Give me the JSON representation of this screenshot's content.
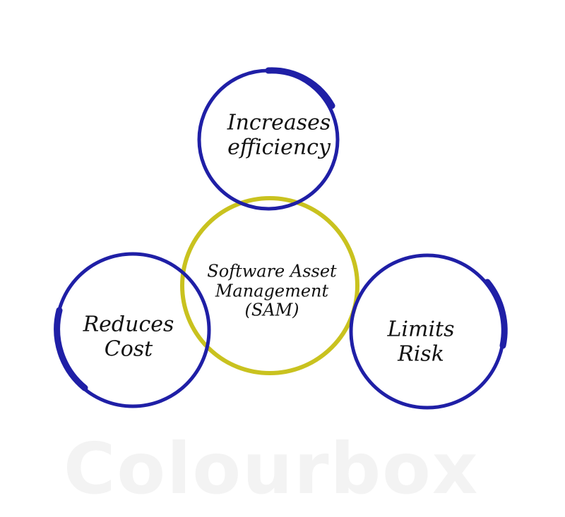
{
  "diagram": {
    "center": {
      "label_lines": [
        "Software Asset",
        "Management",
        "(SAM)"
      ],
      "color": "#c9c21f"
    },
    "nodes": [
      {
        "id": "top",
        "label_lines": [
          "Increases",
          "efficiency"
        ],
        "color": "#1f1fa6"
      },
      {
        "id": "left",
        "label_lines": [
          "Reduces",
          "Cost"
        ],
        "color": "#1f1fa6"
      },
      {
        "id": "right",
        "label_lines": [
          "Limits",
          "Risk"
        ],
        "color": "#1f1fa6"
      }
    ]
  },
  "watermark": "Colourbox"
}
